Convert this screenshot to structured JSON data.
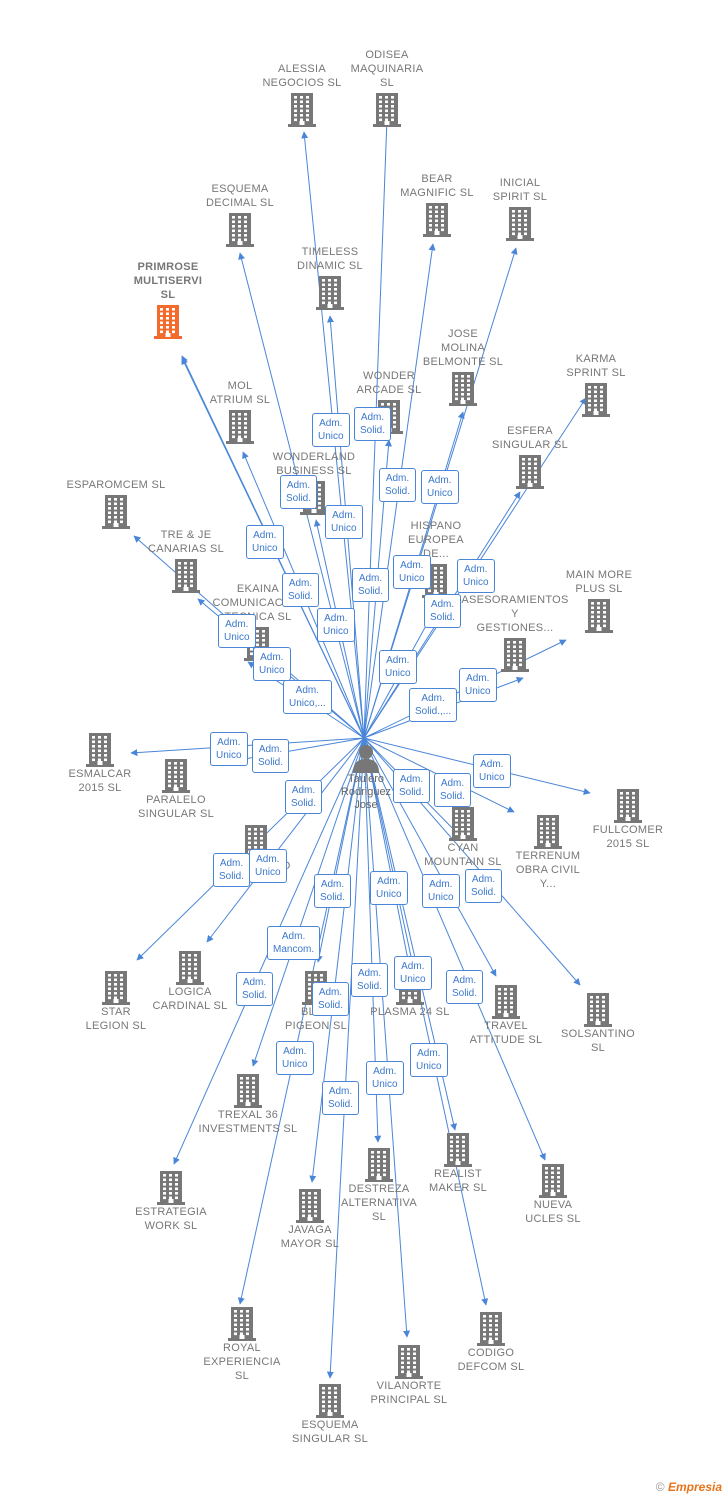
{
  "center": {
    "name": "Taulero\nRodriguez\nJose",
    "icon": "person-icon"
  },
  "colors": {
    "edge": "#4a86d8",
    "building": "#777777",
    "highlight": "#f26a2c"
  },
  "companies": [
    {
      "id": "odisea",
      "name": "ODISEA\nMAQUINARIA\nSL"
    },
    {
      "id": "alessia",
      "name": "ALESSIA\nNEGOCIOS SL"
    },
    {
      "id": "bear",
      "name": "BEAR\nMAGNIFIC SL"
    },
    {
      "id": "inicial",
      "name": "INICIAL\nSPIRIT SL"
    },
    {
      "id": "esquema_dec",
      "name": "ESQUEMA\nDECIMAL SL"
    },
    {
      "id": "timeless",
      "name": "TIMELESS\nDINAMIC SL"
    },
    {
      "id": "primrose",
      "name": "PRIMROSE\nMULTISERVI\nSL",
      "highlight": true
    },
    {
      "id": "jose_molina",
      "name": "JOSE\nMOLINA\nBELMONTE SL"
    },
    {
      "id": "karma",
      "name": "KARMA\nSPRINT SL"
    },
    {
      "id": "mol",
      "name": "MOL\nATRIUM SL"
    },
    {
      "id": "wonder",
      "name": "WONDER\nARCADE SL"
    },
    {
      "id": "esfera",
      "name": "ESFERA\nSINGULAR SL"
    },
    {
      "id": "wonderland",
      "name": "WONDERLAND\nBUSINESS SL"
    },
    {
      "id": "esparomcem",
      "name": "ESPAROMCEM SL"
    },
    {
      "id": "treje",
      "name": "TRE & JE\nCANARIAS SL"
    },
    {
      "id": "hispano",
      "name": "HISPANO\nEUROPEA\nDE..."
    },
    {
      "id": "mainmore",
      "name": "MAIN MORE\nPLUS SL"
    },
    {
      "id": "ekaina",
      "name": "EKAINA\nCOMUNICACION\nTECNICA SL"
    },
    {
      "id": "asesor",
      "name": "ASESORAMIENTOS\nY\nGESTIONES..."
    },
    {
      "id": "esmalcar",
      "name": "ESMALCAR\n2015 SL"
    },
    {
      "id": "paralelo",
      "name": "PARALELO\nSINGULAR SL"
    },
    {
      "id": "fullcomer",
      "name": "FULLCOMER\n2015 SL"
    },
    {
      "id": "cyan",
      "name": "CYAN\nMOUNTAIN SL"
    },
    {
      "id": "terrenum",
      "name": "TERRENUM\nOBRA CIVIL\nY..."
    },
    {
      "id": "magnetico",
      "name": "MAGNETICO\nSL"
    },
    {
      "id": "star",
      "name": "STAR\nLEGION SL"
    },
    {
      "id": "logica",
      "name": "LOGICA\nCARDINAL SL"
    },
    {
      "id": "blue",
      "name": "BLUE\nPIGEON SL"
    },
    {
      "id": "plasma",
      "name": "PLASMA 24 SL"
    },
    {
      "id": "travel",
      "name": "TRAVEL\nATTITUDE SL"
    },
    {
      "id": "solsantino",
      "name": "SOLSANTINO\nSL"
    },
    {
      "id": "trexal",
      "name": "TREXAL 36\nINVESTMENTS SL"
    },
    {
      "id": "realist",
      "name": "REALIST\nMAKER SL"
    },
    {
      "id": "estrategia",
      "name": "ESTRATEGIA\nWORK SL"
    },
    {
      "id": "destreza",
      "name": "DESTREZA\nALTERNATIVA\nSL"
    },
    {
      "id": "nueva",
      "name": "NUEVA\nUCLES SL"
    },
    {
      "id": "javaga",
      "name": "JAVAGA\nMAYOR SL"
    },
    {
      "id": "royal",
      "name": "ROYAL\nEXPERIENCIA\nSL"
    },
    {
      "id": "codigo",
      "name": "CODIGO\nDEFCOM SL"
    },
    {
      "id": "vilanorte",
      "name": "VILANORTE\nPRINCIPAL SL"
    },
    {
      "id": "esquema_sing",
      "name": "ESQUEMA\nSINGULAR SL"
    }
  ],
  "roles": [
    {
      "id": "r1",
      "text": "Adm.\nUnico"
    },
    {
      "id": "r2",
      "text": "Adm.\nSolid."
    },
    {
      "id": "r3",
      "text": "Adm.\nSolid."
    },
    {
      "id": "r4",
      "text": "Adm.\nUnico"
    },
    {
      "id": "r5",
      "text": "Adm.\nSolid."
    },
    {
      "id": "r6",
      "text": "Adm.\nUnico"
    },
    {
      "id": "r7",
      "text": "Adm.\nUnico"
    },
    {
      "id": "r8",
      "text": "Adm.\nSolid."
    },
    {
      "id": "r9",
      "text": "Adm.\nUnico"
    },
    {
      "id": "r10",
      "text": "Adm.\nSolid."
    },
    {
      "id": "r11",
      "text": "Adm.\nUnico"
    },
    {
      "id": "r12",
      "text": "Adm.\nSolid."
    },
    {
      "id": "r13",
      "text": "Adm.\nUnico"
    },
    {
      "id": "r14",
      "text": "Adm.\nUnico"
    },
    {
      "id": "r15",
      "text": "Adm.\nUnico"
    },
    {
      "id": "r16",
      "text": "Adm.\nUnico,..."
    },
    {
      "id": "r17",
      "text": "Adm.\nUnico"
    },
    {
      "id": "r18",
      "text": "Adm.\nUnico"
    },
    {
      "id": "r19",
      "text": "Adm.\nSolid.,..."
    },
    {
      "id": "r20",
      "text": "Adm.\nUnico"
    },
    {
      "id": "r21",
      "text": "Adm.\nSolid."
    },
    {
      "id": "r22",
      "text": "Adm.\nSolid."
    },
    {
      "id": "r23",
      "text": "Adm.\nSolid."
    },
    {
      "id": "r24",
      "text": "Adm.\nSolid."
    },
    {
      "id": "r25",
      "text": "Adm.\nUnico"
    },
    {
      "id": "r26",
      "text": "Adm.\nSolid."
    },
    {
      "id": "r27",
      "text": "Adm.\nUnico"
    },
    {
      "id": "r28",
      "text": "Adm.\nSolid."
    },
    {
      "id": "r29",
      "text": "Adm.\nUnico"
    },
    {
      "id": "r30",
      "text": "Adm.\nUnico"
    },
    {
      "id": "r31",
      "text": "Adm.\nSolid."
    },
    {
      "id": "r32",
      "text": "Adm.\nMancom."
    },
    {
      "id": "r33",
      "text": "Adm.\nSolid."
    },
    {
      "id": "r34",
      "text": "Adm.\nSolid."
    },
    {
      "id": "r35",
      "text": "Adm.\nSolid."
    },
    {
      "id": "r36",
      "text": "Adm.\nUnico"
    },
    {
      "id": "r37",
      "text": "Adm.\nSolid."
    },
    {
      "id": "r38",
      "text": "Adm.\nUnico"
    },
    {
      "id": "r39",
      "text": "Adm.\nUnico"
    },
    {
      "id": "r40",
      "text": "Adm.\nUnico"
    },
    {
      "id": "r41",
      "text": "Adm.\nSolid."
    }
  ],
  "footer": {
    "copyright": "©",
    "brand": "Empresia"
  }
}
